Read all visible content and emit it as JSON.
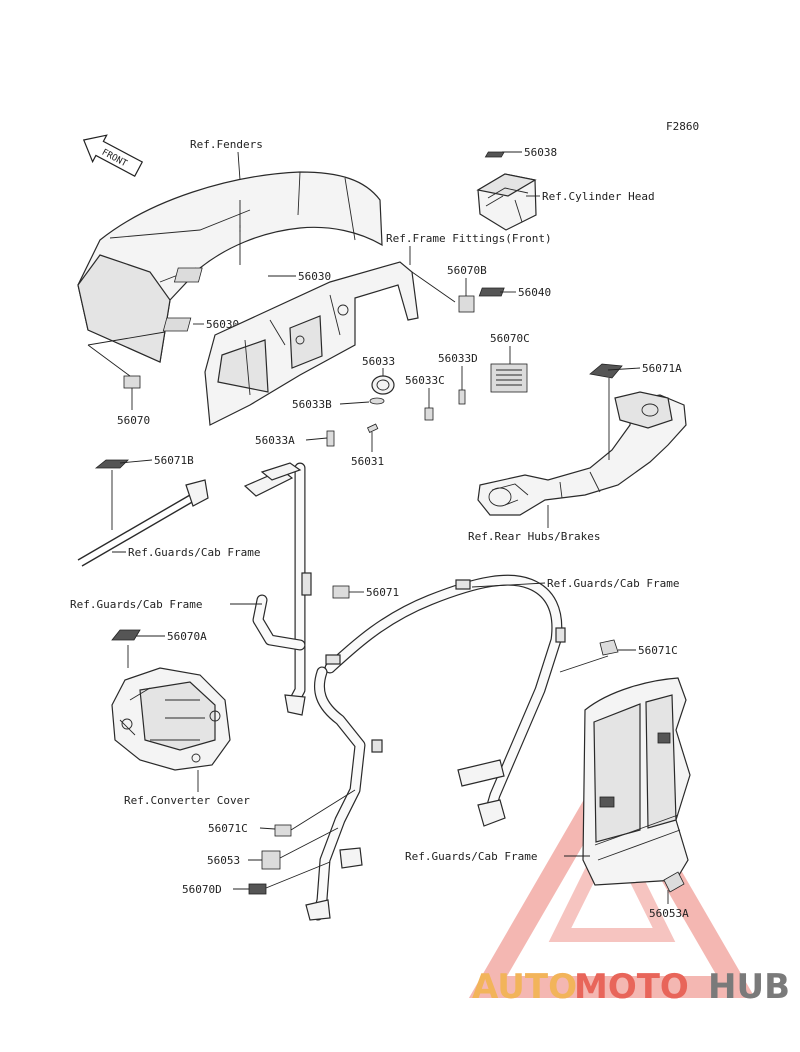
{
  "figure_code": "F2860",
  "front_arrow_label": "FRONT",
  "labels": {
    "ref_fenders": "Ref.Fenders",
    "ref_cylinder_head": "Ref.Cylinder Head",
    "ref_frame_fittings_front": "Ref.Frame Fittings(Front)",
    "ref_rear_hubs_brakes": "Ref.Rear Hubs/Brakes",
    "ref_guards_cab_frame_1": "Ref.Guards/Cab Frame",
    "ref_guards_cab_frame_2": "Ref.Guards/Cab Frame",
    "ref_guards_cab_frame_3": "Ref.Guards/Cab Frame",
    "ref_guards_cab_frame_4": "Ref.Guards/Cab Frame",
    "ref_converter_cover": "Ref.Converter Cover"
  },
  "parts": {
    "p56038": "56038",
    "p56030_a": "56030",
    "p56030_b": "56030",
    "p56070": "56070",
    "p56070b": "56070B",
    "p56040": "56040",
    "p56070c": "56070C",
    "p56033": "56033",
    "p56033d": "56033D",
    "p56033c": "56033C",
    "p56033b": "56033B",
    "p56033a": "56033A",
    "p56031": "56031",
    "p56071a": "56071A",
    "p56071b": "56071B",
    "p56071": "56071",
    "p56070a": "56070A",
    "p56071c_right": "56071C",
    "p56071c_left": "56071C",
    "p56053": "56053",
    "p56070d": "56070D",
    "p56053a": "56053A"
  },
  "watermark": {
    "part1": "AUTO",
    "part2": "MOTO",
    "part3": "HUB"
  }
}
